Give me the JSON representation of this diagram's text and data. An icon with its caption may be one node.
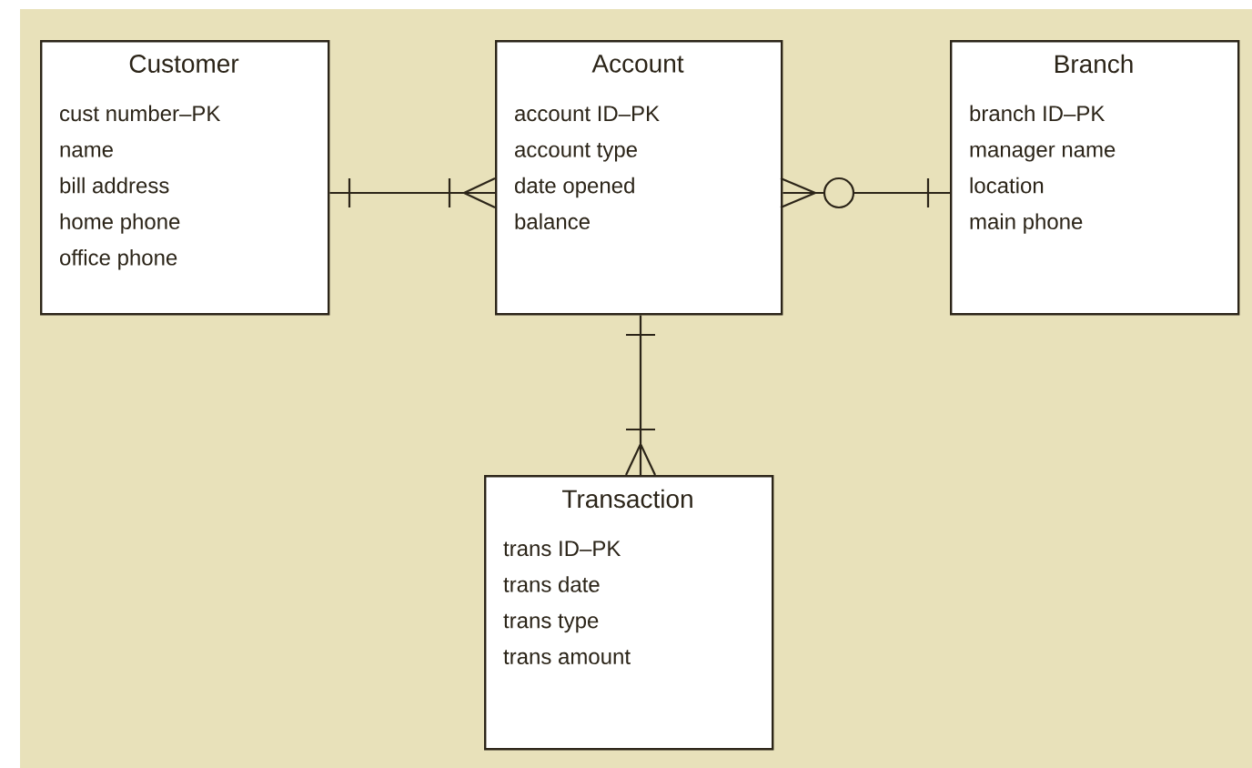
{
  "diagram": {
    "nodes": [
      {
        "text": [
          "Customer",
          "cust number–PK",
          "name",
          "bill address",
          "home phone",
          "office phone"
        ]
      },
      {
        "text": [
          "Account",
          "account ID–PK",
          "account type",
          "date opened",
          "balance"
        ]
      },
      {
        "text": [
          "Branch",
          "branch ID–PK",
          "manager name",
          "location",
          "main phone"
        ]
      },
      {
        "text": [
          "Transaction",
          "trans ID–PK",
          "trans date",
          "trans type",
          "trans amount"
        ]
      }
    ],
    "edges": [
      {
        "from": 0,
        "to": 1,
        "arrow": "other"
      },
      {
        "from": 1,
        "to": 2,
        "arrow": "other"
      },
      {
        "from": 1,
        "to": 3,
        "arrow": "other"
      }
    ]
  }
}
